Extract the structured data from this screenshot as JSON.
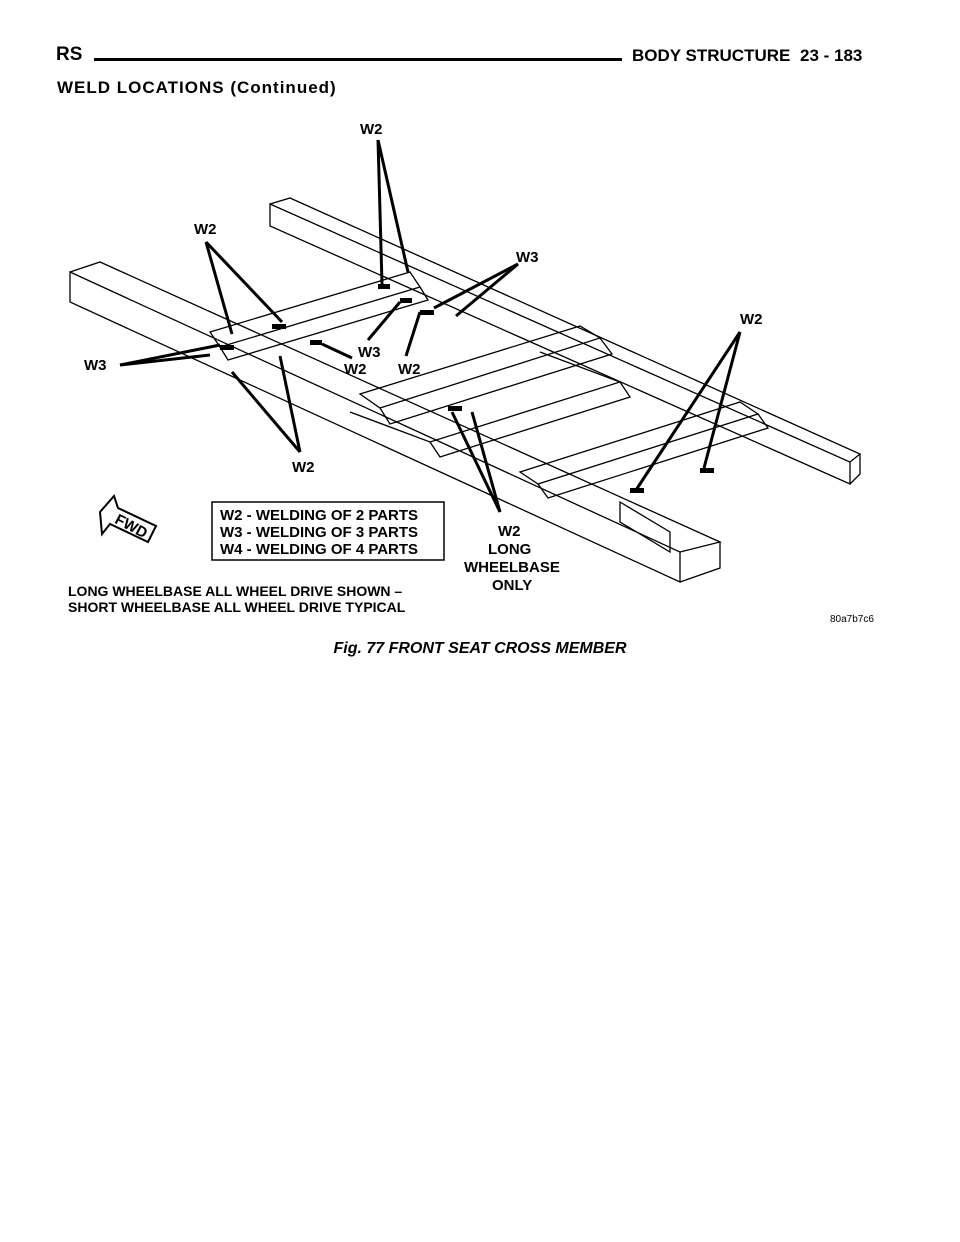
{
  "header": {
    "left": "RS",
    "section": "BODY STRUCTURE",
    "page": "23 - 183"
  },
  "sub_title": "WELD LOCATIONS (Continued)",
  "figure": {
    "callouts": {
      "w2_top": "W2",
      "w2_left": "W2",
      "w3_right": "W3",
      "w2_far_right": "W2",
      "w3_left": "W3",
      "w3_mid": "W3",
      "w2_mid": "W2",
      "w2_mid2": "W2",
      "w2_bottom": "W2",
      "w2_long_a": "W2",
      "w2_long_b": "LONG",
      "w2_long_c": "WHEELBASE",
      "w2_long_d": "ONLY"
    },
    "legend": [
      "W2 - WELDING OF 2 PARTS",
      "W3 - WELDING OF 3 PARTS",
      "W4 - WELDING OF 4 PARTS"
    ],
    "fwd_label": "FWD",
    "note_line1": "LONG WHEELBASE ALL WHEEL DRIVE SHOWN –",
    "note_line2": "SHORT WHEELBASE ALL WHEEL DRIVE TYPICAL",
    "image_code": "80a7b7c6"
  },
  "caption": "Fig. 77 FRONT SEAT CROSS MEMBER"
}
